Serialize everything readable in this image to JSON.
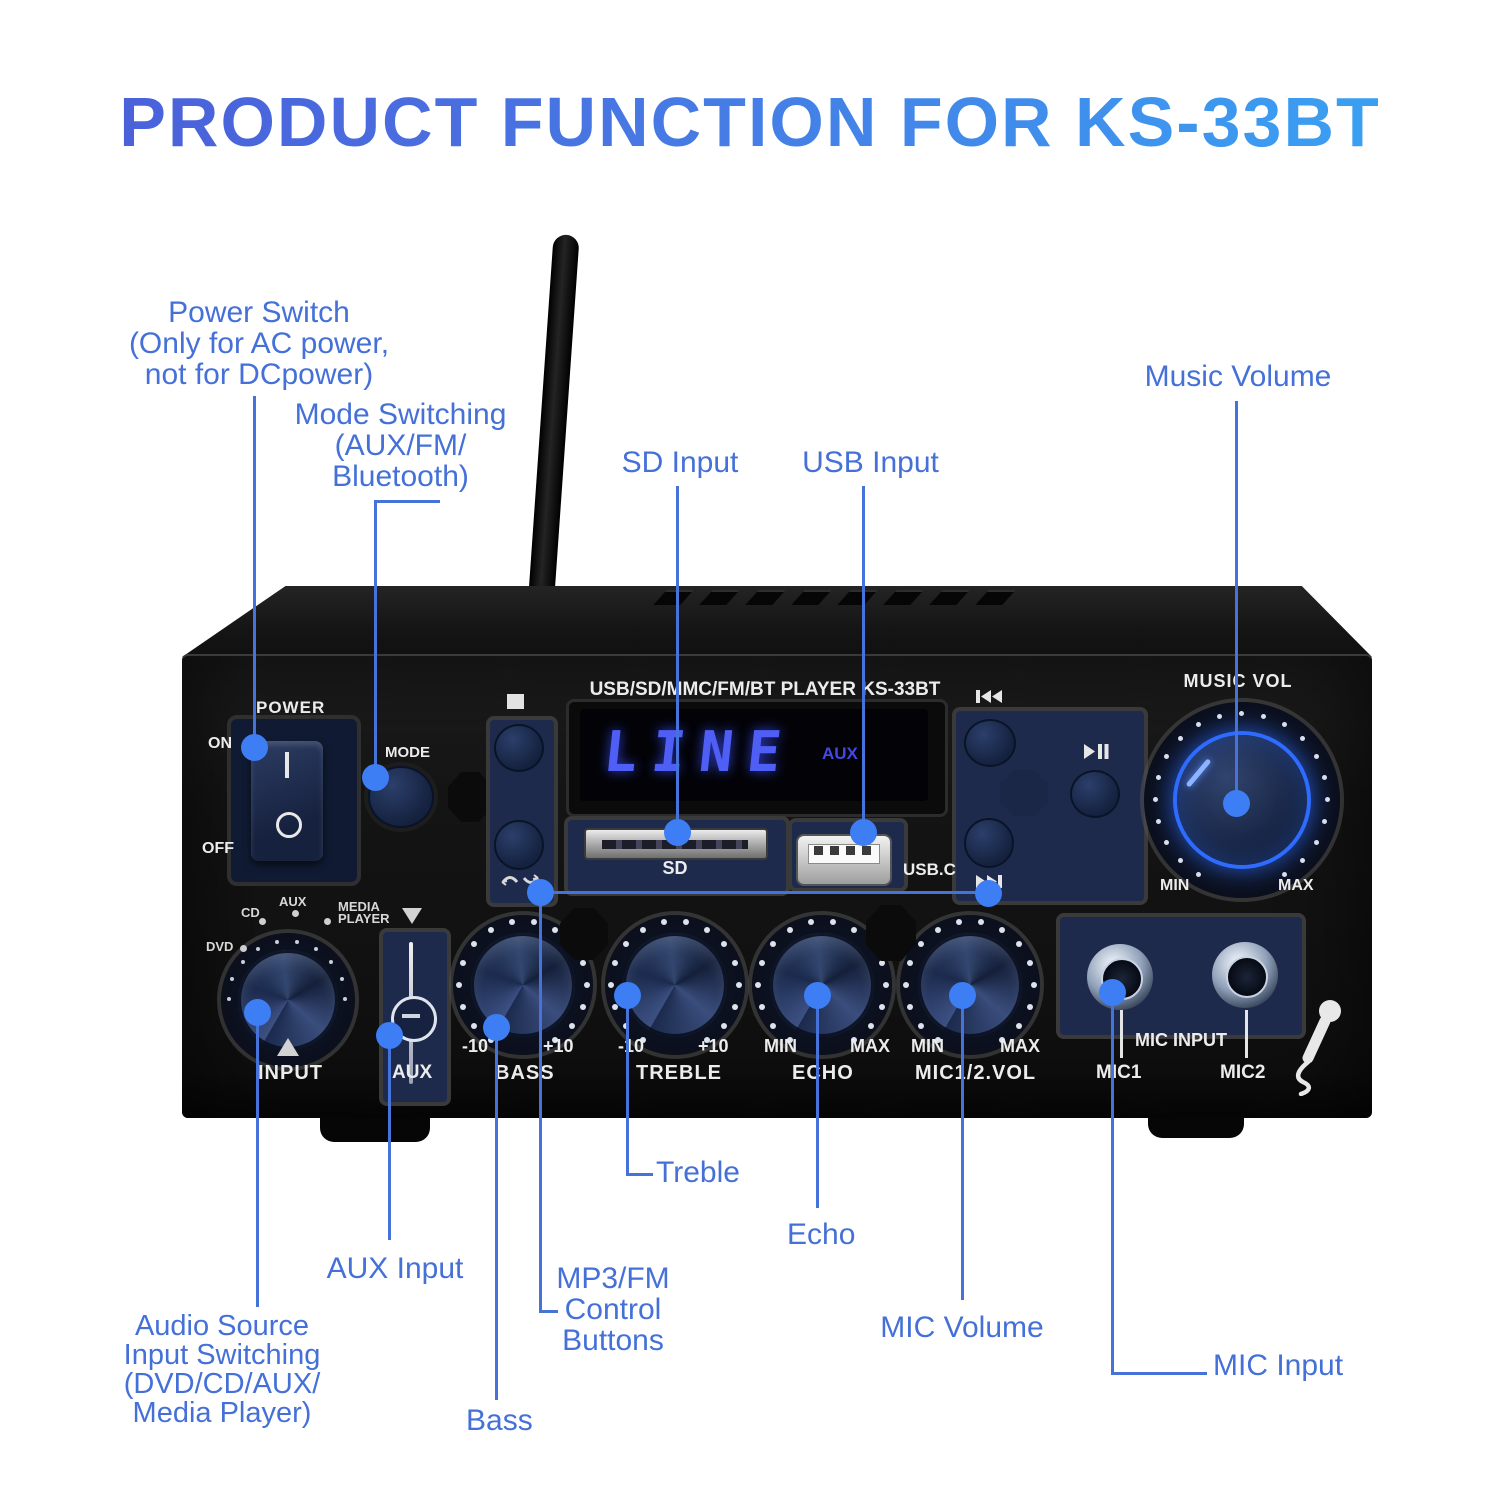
{
  "title": "PRODUCT FUNCTION FOR KS-33BT",
  "callouts": {
    "power_switch": "Power Switch\n(Only for AC power,\nnot for DCpower)",
    "mode_switching": "Mode Switching\n(AUX/FM/\nBluetooth)",
    "sd_input": "SD Input",
    "usb_input": "USB Input",
    "music_volume": "Music Volume",
    "treble": "Treble",
    "echo": "Echo",
    "aux_input": "AUX Input",
    "mp3_fm_control": "MP3/FM\nControl\nButtons",
    "mic_volume": "MIC Volume",
    "audio_source": "Audio Source\nInput Switching\n(DVD/CD/AUX/\nMedia Player)",
    "bass": "Bass",
    "mic_input": "MIC Input"
  },
  "device": {
    "power": {
      "label": "POWER",
      "on": "ON",
      "off": "OFF"
    },
    "mode": {
      "label": "MODE"
    },
    "player": {
      "title": "USB/SD/MMC/FM/BT PLAYER  KS-33BT",
      "display": "LINE",
      "display_badge": "AUX",
      "sd": "SD",
      "usb": "USB.C"
    },
    "music_vol": {
      "label": "MUSIC VOL",
      "min": "MIN",
      "max": "MAX"
    },
    "input": {
      "label": "INPUT",
      "sources": {
        "dvd": "DVD",
        "cd": "CD",
        "aux": "AUX",
        "media": "MEDIA\nPLAYER"
      }
    },
    "aux_slider": {
      "label": "AUX"
    },
    "bass": {
      "label": "BASS",
      "min": "-10",
      "max": "+10"
    },
    "treble": {
      "label": "TREBLE",
      "min": "-10",
      "max": "+10"
    },
    "echo": {
      "label": "ECHO",
      "min": "MIN",
      "max": "MAX"
    },
    "mic_vol": {
      "label": "MIC1/2.VOL",
      "min": "MIN",
      "max": "MAX"
    },
    "mic": {
      "label": "MIC INPUT",
      "mic1": "MIC1",
      "mic2": "MIC2"
    }
  },
  "colors": {
    "callout_text": "#4470d8",
    "callout_line": "#4673d9",
    "callout_dot": "#3d7ef4",
    "led_blue": "#2e6bff",
    "title_gradient_start": "#4a5cd8",
    "title_gradient_end": "#38a6f4",
    "panel_navy": "#1d2a4c",
    "body_black": "#141414"
  }
}
